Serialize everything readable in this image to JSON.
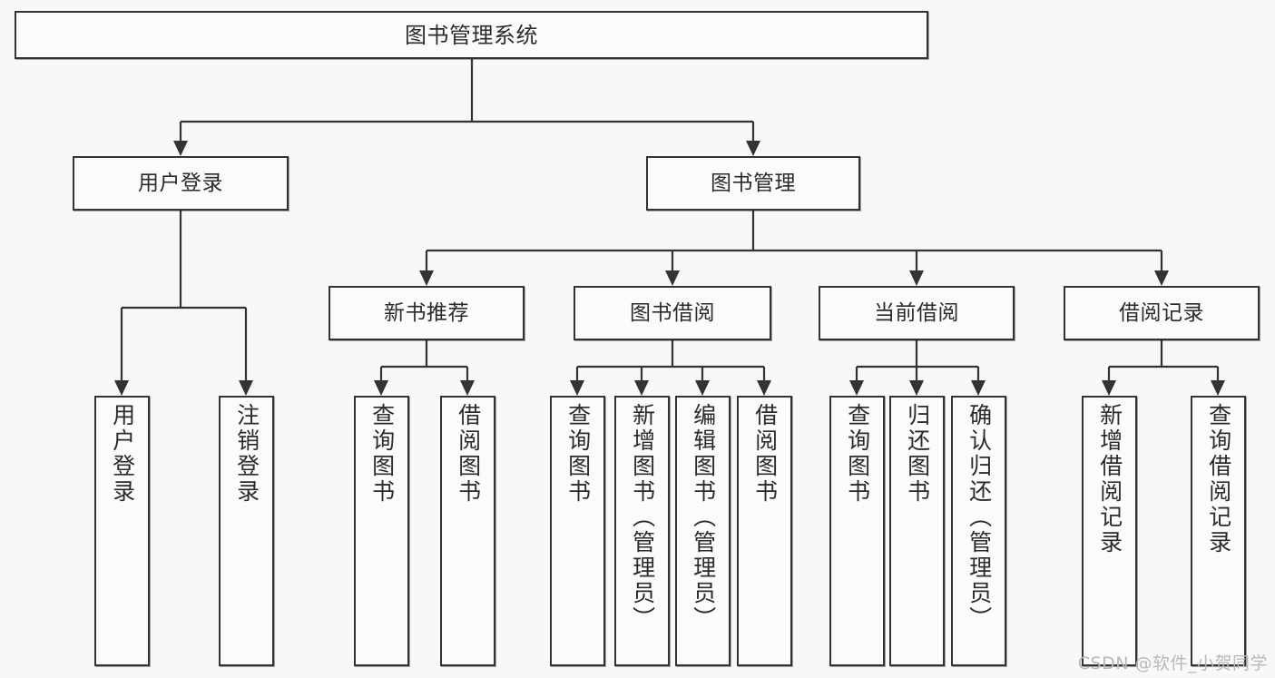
{
  "diagram": {
    "type": "tree",
    "title": "图书管理系统",
    "watermark": "CSDN @软件_小贺同学",
    "colors": {
      "background": "#f8f8f8",
      "node_fill": "#fbfbfb",
      "line": "#333333",
      "text": "#2b2b2b",
      "watermark": "#b9b9b9"
    },
    "levels": {
      "root": {
        "label": "图书管理系统"
      },
      "level2": [
        {
          "label": "用户登录"
        },
        {
          "label": "图书管理"
        }
      ],
      "level3": [
        {
          "label": "新书推荐"
        },
        {
          "label": "图书借阅"
        },
        {
          "label": "当前借阅"
        },
        {
          "label": "借阅记录"
        }
      ],
      "leaves_user_login": [
        {
          "label": "用户登录"
        },
        {
          "label": "注销登录"
        }
      ],
      "leaves_new_book": [
        {
          "label": "查询图书"
        },
        {
          "label": "借阅图书"
        }
      ],
      "leaves_borrow": [
        {
          "label": "查询图书"
        },
        {
          "label": "新增图书（管理员）"
        },
        {
          "label": "编辑图书（管理员）"
        },
        {
          "label": "借阅图书"
        }
      ],
      "leaves_current": [
        {
          "label": "查询图书"
        },
        {
          "label": "归还图书"
        },
        {
          "label": "确认归还（管理员）"
        }
      ],
      "leaves_records": [
        {
          "label": "新增借阅记录"
        },
        {
          "label": "查询借阅记录"
        }
      ]
    }
  }
}
